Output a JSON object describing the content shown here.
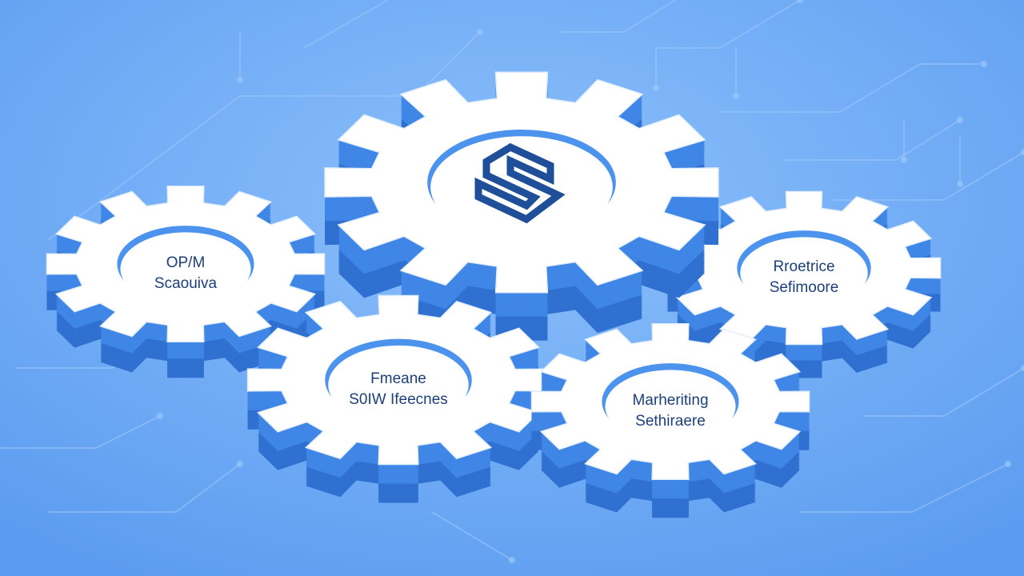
{
  "colors": {
    "background": "#5c9cf0",
    "background_light": "#8cc0fb",
    "gear_face": "#ffffff",
    "gear_side": "#3f86e6",
    "gear_side_dark": "#2f70d0",
    "inner_ring": "#4c93ee",
    "text": "#1c3f7a",
    "logo": "#1f4f99",
    "circuit_line": "#9cc6fb"
  },
  "logo": {
    "icon": "s-logo-icon"
  },
  "gears": {
    "top_left": {
      "line1": "OP/M",
      "line2": "Scaouiva"
    },
    "center_large": {
      "icon": "s-logo-icon"
    },
    "top_right": {
      "line1": "Rroetrice",
      "line2": "Sefimoore"
    },
    "bottom_left": {
      "line1": "Fmeane",
      "line2": "S0IW Ifeecnes"
    },
    "bottom_right": {
      "line1": "Marheriting",
      "line2": "Sethiraere"
    }
  }
}
